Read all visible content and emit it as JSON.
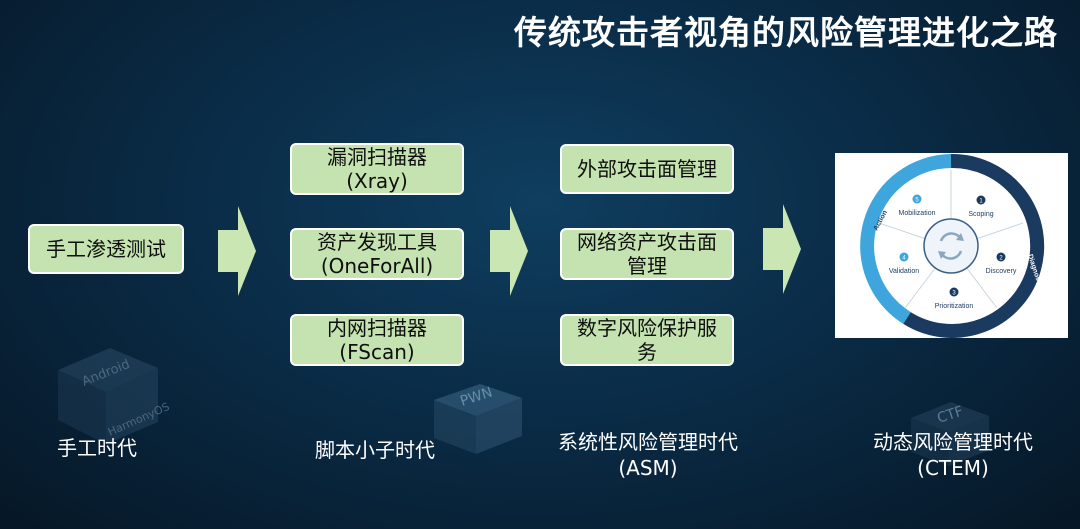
{
  "title": "传统攻击者视角的风险管理进化之路",
  "stages": {
    "manual": {
      "items": [
        {
          "line1": "手工渗透测试"
        }
      ]
    },
    "script": {
      "items": [
        {
          "line1": "漏洞扫描器",
          "line2": "(Xray)"
        },
        {
          "line1": "资产发现工具",
          "line2": "(OneForAll)"
        },
        {
          "line1": "内网扫描器",
          "line2": "(FScan)"
        }
      ]
    },
    "asm": {
      "items": [
        {
          "line1": "外部攻击面管理"
        },
        {
          "line1": "网络资产攻击面",
          "line2": "管理"
        },
        {
          "line1": "数字风险保护服",
          "line2": "务"
        }
      ]
    }
  },
  "eras": [
    {
      "line1": "手工时代"
    },
    {
      "line1": "脚本小子时代"
    },
    {
      "line1": "系统性风险管理时代",
      "line2": "(ASM)"
    },
    {
      "line1": "动态风险管理时代",
      "line2": "(CTEM)"
    }
  ],
  "background_marks": {
    "cube1_top": "Android",
    "cube1_side": "HarmonyOS",
    "cube2_top": "PWN",
    "cube3_top": "CTF"
  },
  "ctem_cycle": {
    "arc_labels": {
      "action": "Action",
      "diagnose": "Diagnose"
    },
    "steps": [
      {
        "num": "1",
        "label": "Scoping"
      },
      {
        "num": "2",
        "label": "Discovery"
      },
      {
        "num": "3",
        "label": "Prioritization"
      },
      {
        "num": "4",
        "label": "Validation"
      },
      {
        "num": "5",
        "label": "Mobilization"
      }
    ]
  },
  "colors": {
    "box_fill": "#c5e3b0",
    "arrow_fill": "#c9e6b3",
    "ring_dark": "#1b3a5f",
    "ring_light": "#3ea6dd"
  }
}
